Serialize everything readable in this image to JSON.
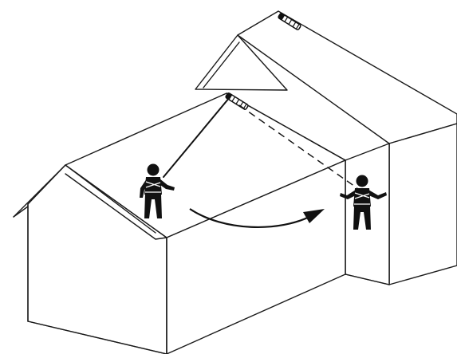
{
  "diagram": {
    "elements": {
      "main_house": "house",
      "rear_house": "house",
      "worker_on_roof": "worker",
      "worker_fallen": "worker",
      "anchor_rear": "anchor",
      "anchor_ridge": "anchor",
      "lifeline": "line",
      "swing_path": "arrow"
    },
    "colors": {
      "stroke": "#1a1a1a",
      "figure": "#111111",
      "background": "#ffffff"
    }
  }
}
